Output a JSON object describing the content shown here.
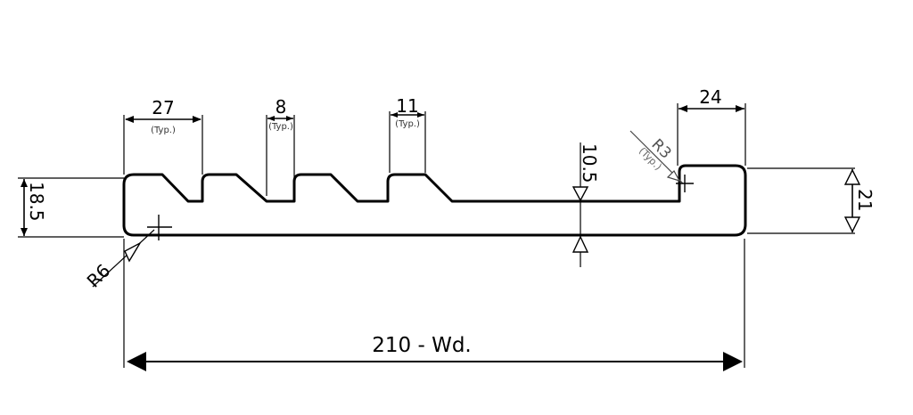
{
  "dimensions": {
    "groove_width": {
      "value": "27",
      "note": "(Typ.)"
    },
    "land_width": {
      "value": "8",
      "note": "(Typ.)"
    },
    "tooth_width": {
      "value": "11",
      "note": "(Typ.)"
    },
    "end_lip_width": "24",
    "corner_radius_lip": {
      "value": "R3",
      "note": "(Typ.)"
    },
    "web_thickness": "10.5",
    "left_height": "18.5",
    "right_height": "21",
    "corner_radius_left": "R6",
    "overall_width": "210 - Wd."
  },
  "colors": {
    "line": "#000000",
    "background": "#ffffff",
    "annotation_grey": "#666666"
  }
}
